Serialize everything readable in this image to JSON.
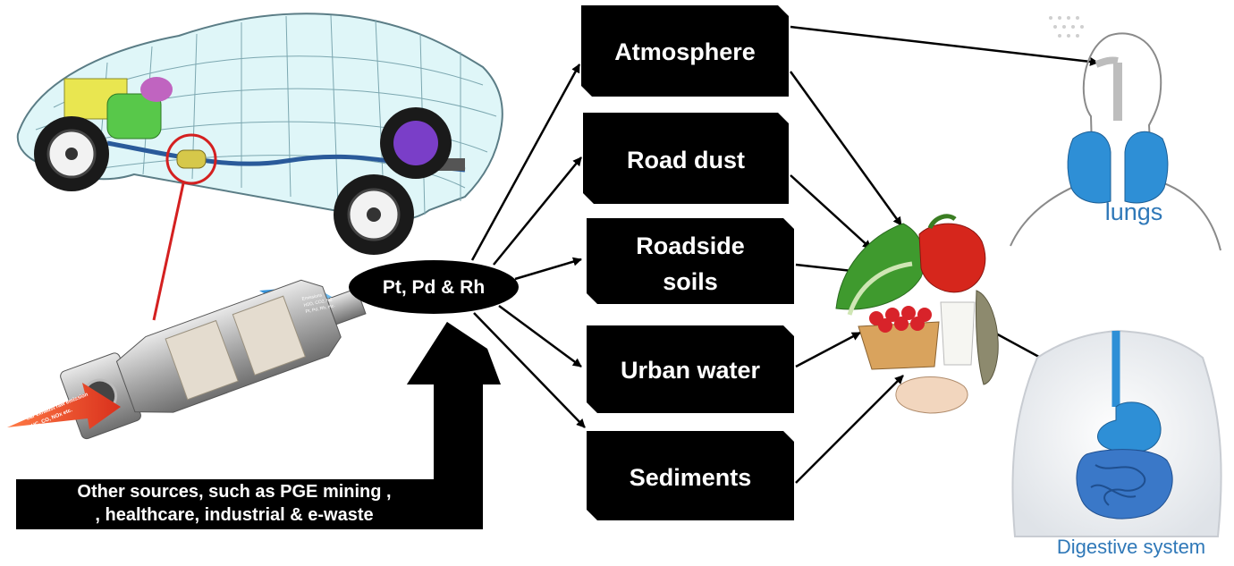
{
  "hub": {
    "label": "Pt, Pd & Rh"
  },
  "destinations": [
    {
      "id": "atmosphere",
      "label": "Atmosphere"
    },
    {
      "id": "road-dust",
      "label": "Road dust"
    },
    {
      "id": "roadside-soils",
      "label_line1": "Roadside",
      "label_line2": "soils"
    },
    {
      "id": "urban-water",
      "label": "Urban water"
    },
    {
      "id": "sediments",
      "label": "Sediments"
    }
  ],
  "other_sources": {
    "line1": "Other sources, such as PGE mining ,",
    "line2": ", healthcare, industrial & e-waste"
  },
  "organs": {
    "lungs": "lungs",
    "digestive": "Digestive system"
  },
  "converter_labels": {
    "in_line1": "Car exhaust raw emission",
    "in_line2": "HC, CO, NOx etc.",
    "out_line1": "Emissions",
    "out_line2": "H2O, CO2, N2",
    "out_line3": "Pt, Pd, Rh, etc."
  },
  "colors": {
    "box": "#000000",
    "accent_blue": "#2f78b8",
    "arrow_red": "#e04a2a",
    "circle_red": "#d42020"
  }
}
